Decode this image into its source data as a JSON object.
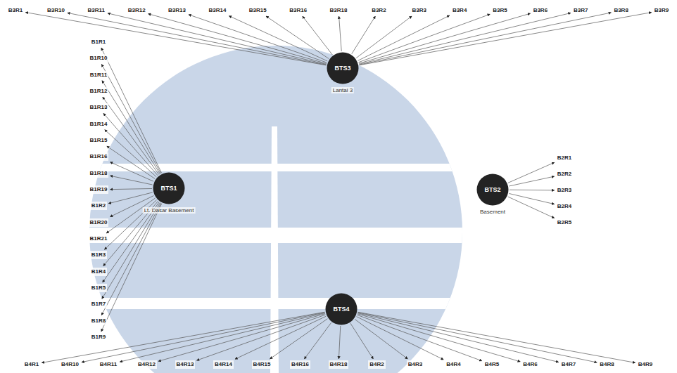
{
  "diagram": {
    "nodes": [
      {
        "text": [
          "BTS3",
          "Lantai 3"
        ]
      },
      {
        "text": [
          "B3R1"
        ]
      },
      {
        "text": [
          "B3R10"
        ]
      },
      {
        "text": [
          "B3R11"
        ]
      },
      {
        "text": [
          "B3R12"
        ]
      },
      {
        "text": [
          "B3R13"
        ]
      },
      {
        "text": [
          "B3R14"
        ]
      },
      {
        "text": [
          "B3R15"
        ]
      },
      {
        "text": [
          "B3R16"
        ]
      },
      {
        "text": [
          "B3R18"
        ]
      },
      {
        "text": [
          "B3R2"
        ]
      },
      {
        "text": [
          "B3R3"
        ]
      },
      {
        "text": [
          "B3R4"
        ]
      },
      {
        "text": [
          "B3R5"
        ]
      },
      {
        "text": [
          "B3R6"
        ]
      },
      {
        "text": [
          "B3R7"
        ]
      },
      {
        "text": [
          "B3R8"
        ]
      },
      {
        "text": [
          "B3R9"
        ]
      },
      {
        "text": [
          "BTS1",
          "Lt. Dasar Basement"
        ]
      },
      {
        "text": [
          "B1R1"
        ]
      },
      {
        "text": [
          "B1R10"
        ]
      },
      {
        "text": [
          "B1R11"
        ]
      },
      {
        "text": [
          "B1R12"
        ]
      },
      {
        "text": [
          "B1R13"
        ]
      },
      {
        "text": [
          "B1R14"
        ]
      },
      {
        "text": [
          "B1R15"
        ]
      },
      {
        "text": [
          "B1R16"
        ]
      },
      {
        "text": [
          "B1R18"
        ]
      },
      {
        "text": [
          "B1R19"
        ]
      },
      {
        "text": [
          "B1R2"
        ]
      },
      {
        "text": [
          "B1R20"
        ]
      },
      {
        "text": [
          "B1R21"
        ]
      },
      {
        "text": [
          "B1R3"
        ]
      },
      {
        "text": [
          "B1R4"
        ]
      },
      {
        "text": [
          "B1R5"
        ]
      },
      {
        "text": [
          "B1R7"
        ]
      },
      {
        "text": [
          "B1R8"
        ]
      },
      {
        "text": [
          "B1R9"
        ]
      },
      {
        "text": [
          "BTS2",
          "Basement"
        ]
      },
      {
        "text": [
          "B2R1"
        ]
      },
      {
        "text": [
          "B2R2"
        ]
      },
      {
        "text": [
          "B2R3"
        ]
      },
      {
        "text": [
          "B2R4"
        ]
      },
      {
        "text": [
          "B2R5"
        ]
      },
      {
        "text": [
          "BTS4"
        ]
      },
      {
        "text": [
          "B4R1"
        ]
      },
      {
        "text": [
          "B4R10"
        ]
      },
      {
        "text": [
          "B4R11"
        ]
      },
      {
        "text": [
          "B4R12"
        ]
      },
      {
        "text": [
          "B4R13"
        ]
      },
      {
        "text": [
          "B4R14"
        ]
      },
      {
        "text": [
          "B4R15"
        ]
      },
      {
        "text": [
          "B4R16"
        ]
      },
      {
        "text": [
          "B4R18"
        ]
      },
      {
        "text": [
          "B4R2"
        ]
      },
      {
        "text": [
          "B4R3"
        ]
      },
      {
        "text": [
          "B4R4"
        ]
      },
      {
        "text": [
          "B4R5"
        ]
      },
      {
        "text": [
          "B4R6"
        ]
      },
      {
        "text": [
          "B4R7"
        ]
      },
      {
        "text": [
          "B4R8"
        ]
      },
      {
        "text": [
          "B4R9"
        ]
      }
    ],
    "edges": [
      {
        "from": 0,
        "to": 1,
        "arrow": "to"
      },
      {
        "from": 0,
        "to": 2,
        "arrow": "to"
      },
      {
        "from": 0,
        "to": 3,
        "arrow": "to"
      },
      {
        "from": 0,
        "to": 4,
        "arrow": "to"
      },
      {
        "from": 0,
        "to": 5,
        "arrow": "to"
      },
      {
        "from": 0,
        "to": 6,
        "arrow": "to"
      },
      {
        "from": 0,
        "to": 7,
        "arrow": "to"
      },
      {
        "from": 0,
        "to": 8,
        "arrow": "to"
      },
      {
        "from": 0,
        "to": 9,
        "arrow": "to"
      },
      {
        "from": 0,
        "to": 10,
        "arrow": "to"
      },
      {
        "from": 0,
        "to": 11,
        "arrow": "to"
      },
      {
        "from": 0,
        "to": 12,
        "arrow": "to"
      },
      {
        "from": 0,
        "to": 13,
        "arrow": "to"
      },
      {
        "from": 0,
        "to": 14,
        "arrow": "to"
      },
      {
        "from": 0,
        "to": 15,
        "arrow": "to"
      },
      {
        "from": 0,
        "to": 16,
        "arrow": "to"
      },
      {
        "from": 0,
        "to": 17,
        "arrow": "to"
      },
      {
        "from": 18,
        "to": 19,
        "arrow": "to"
      },
      {
        "from": 18,
        "to": 20,
        "arrow": "to"
      },
      {
        "from": 18,
        "to": 21,
        "arrow": "to"
      },
      {
        "from": 18,
        "to": 22,
        "arrow": "to"
      },
      {
        "from": 18,
        "to": 23,
        "arrow": "to"
      },
      {
        "from": 18,
        "to": 24,
        "arrow": "to"
      },
      {
        "from": 18,
        "to": 25,
        "arrow": "to"
      },
      {
        "from": 18,
        "to": 26,
        "arrow": "to"
      },
      {
        "from": 18,
        "to": 27,
        "arrow": "to"
      },
      {
        "from": 18,
        "to": 28,
        "arrow": "to"
      },
      {
        "from": 18,
        "to": 29,
        "arrow": "to"
      },
      {
        "from": 18,
        "to": 30,
        "arrow": "to"
      },
      {
        "from": 18,
        "to": 31,
        "arrow": "to"
      },
      {
        "from": 18,
        "to": 32,
        "arrow": "to"
      },
      {
        "from": 18,
        "to": 33,
        "arrow": "to"
      },
      {
        "from": 18,
        "to": 34,
        "arrow": "to"
      },
      {
        "from": 18,
        "to": 35,
        "arrow": "to"
      },
      {
        "from": 18,
        "to": 36,
        "arrow": "to"
      },
      {
        "from": 18,
        "to": 37,
        "arrow": "to"
      },
      {
        "from": 38,
        "to": 39,
        "arrow": "to"
      },
      {
        "from": 38,
        "to": 40,
        "arrow": "to"
      },
      {
        "from": 38,
        "to": 41,
        "arrow": "to"
      },
      {
        "from": 38,
        "to": 42,
        "arrow": "to"
      },
      {
        "from": 38,
        "to": 43,
        "arrow": "to"
      },
      {
        "from": 44,
        "to": 45,
        "arrow": "to"
      },
      {
        "from": 44,
        "to": 46,
        "arrow": "to"
      },
      {
        "from": 44,
        "to": 47,
        "arrow": "to"
      },
      {
        "from": 44,
        "to": 48,
        "arrow": "to"
      },
      {
        "from": 44,
        "to": 49,
        "arrow": "to"
      },
      {
        "from": 44,
        "to": 50,
        "arrow": "to"
      },
      {
        "from": 44,
        "to": 51,
        "arrow": "to"
      },
      {
        "from": 44,
        "to": 52,
        "arrow": "to"
      },
      {
        "from": 44,
        "to": 53,
        "arrow": "to"
      },
      {
        "from": 44,
        "to": 54,
        "arrow": "to"
      },
      {
        "from": 44,
        "to": 55,
        "arrow": "to"
      },
      {
        "from": 44,
        "to": 56,
        "arrow": "to"
      },
      {
        "from": 44,
        "to": 57,
        "arrow": "to"
      },
      {
        "from": 44,
        "to": 58,
        "arrow": "to"
      },
      {
        "from": 44,
        "to": 59,
        "arrow": "to"
      },
      {
        "from": 44,
        "to": 60,
        "arrow": "to"
      },
      {
        "from": 44,
        "to": 61,
        "arrow": "to"
      }
    ]
  }
}
